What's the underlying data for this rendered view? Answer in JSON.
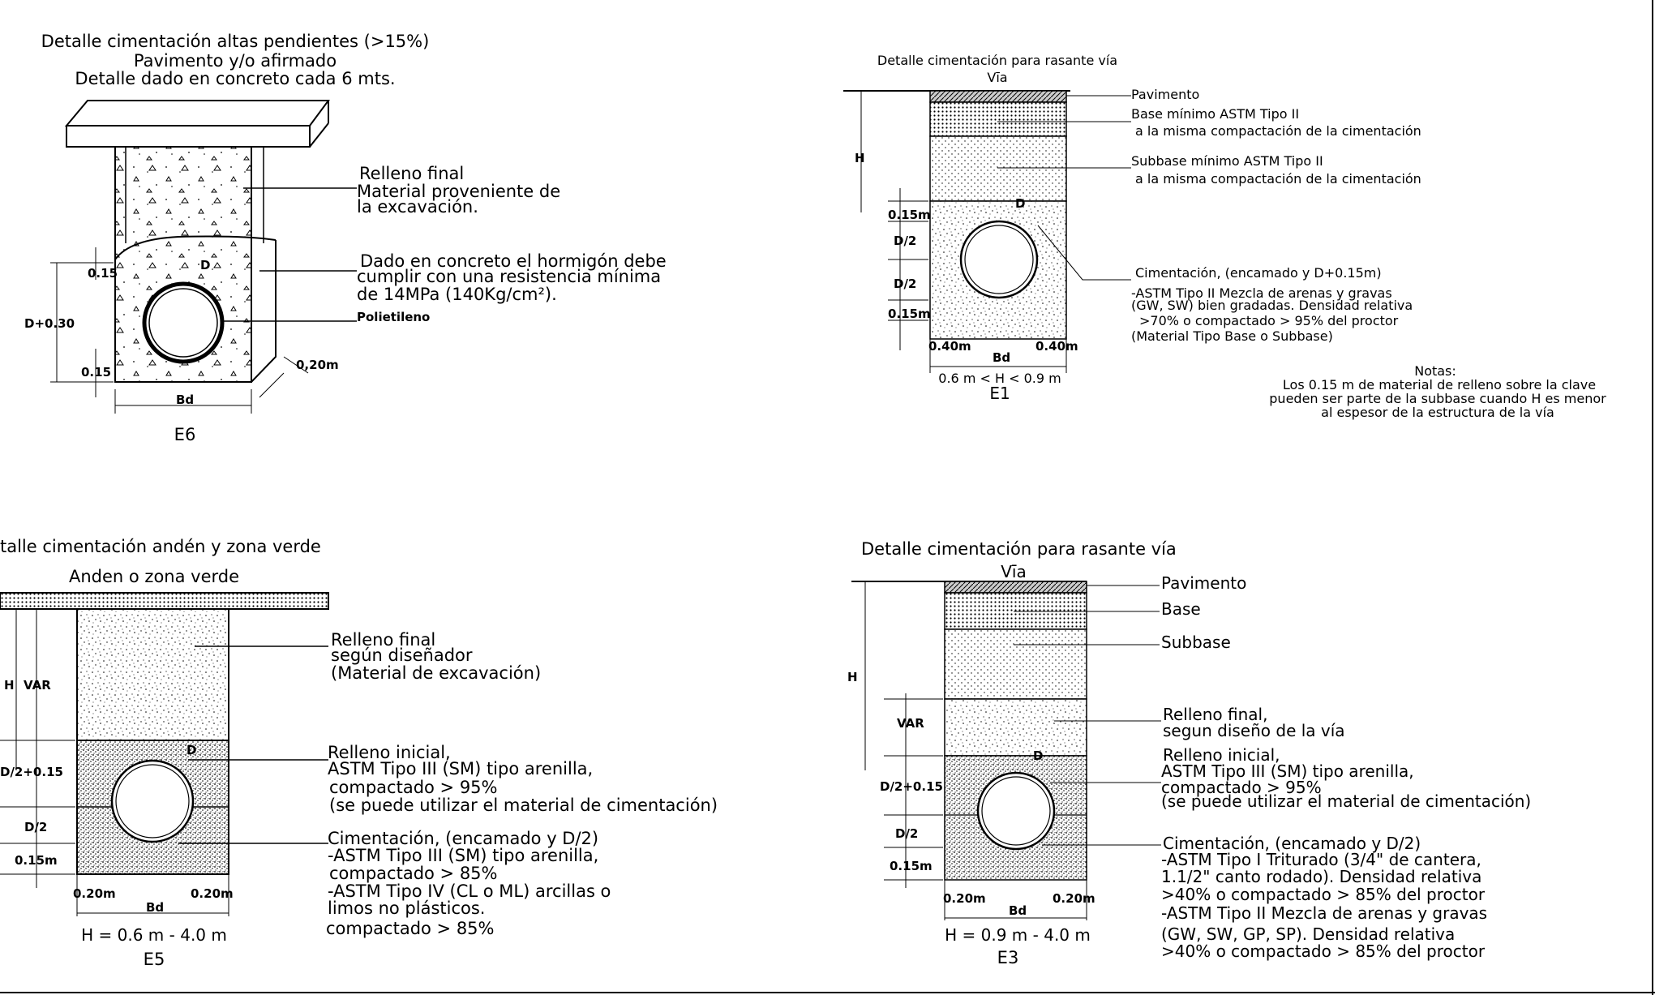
{
  "e6": {
    "title": [
      "Detalle cimentación altas pendientes (>15%)",
      "Pavimento y/o afirmado",
      "Detalle dado en concreto cada 6 mts."
    ],
    "relleno": [
      "Relleno final",
      "Material proveniente de",
      "la excavación."
    ],
    "dado": [
      "Dado en concreto el hormigón debe",
      "cumplir con una resistencia mínima",
      "de 14MPa (140Kg/cm²)."
    ],
    "polietileno": "Polietileno",
    "dims": {
      "d030": "D+0.30",
      "top015": "0.15",
      "bot015": "0.15",
      "d": "D",
      "w020": "0,20m",
      "bd": "Bd"
    },
    "code": "E6"
  },
  "e1": {
    "title": "Detalle cimentación para rasante vía",
    "via": "Vīa",
    "layers": [
      "Pavimento",
      "Base mínimo ASTM Tipo II",
      "a la misma compactación de la cimentación",
      "Subbase mínimo ASTM Tipo II",
      "a la misma compactación de la cimentación"
    ],
    "cim": [
      "Cimentación, (encamado   y D+0.15m)",
      "-ASTM Tipo II Mezcla de arenas y gravas",
      "(GW, SW) bien gradadas. Densidad relativa",
      ">70% o compactado > 95% del proctor",
      "(Material Tipo Base o Subbase)"
    ],
    "dims": {
      "h": "H",
      "c015a": "0.15m",
      "d2a": "D/2",
      "d2b": "D/2",
      "c015b": "0.15m",
      "l040": "0.40m",
      "r040": "0.40m",
      "bd": "Bd",
      "d": "D"
    },
    "range": "0.6 m < H < 0.9 m",
    "code": "E1"
  },
  "notes": {
    "title": "Notas:",
    "lines": [
      "Los 0.15 m de material de relleno sobre la clave",
      "pueden ser parte de la subbase cuando H es menor",
      "al espesor de la estructura de la vía"
    ]
  },
  "e5": {
    "title": "talle cimentación andén y zona verde",
    "subtitle": "Anden o zona verde",
    "relleno_final": [
      "Relleno final",
      "según diseñador",
      "(Material de excavación)"
    ],
    "relleno_inicial": [
      "Relleno inicial,",
      "ASTM Tipo III (SM)   tipo arenilla,",
      "compactado > 95%",
      "(se puede utilizar el material de cimentación)"
    ],
    "cim": [
      "Cimentación, (encamado   y D/2)",
      "-ASTM Tipo III (SM) tipo arenilla,",
      "compactado > 85%",
      "-ASTM Tipo IV (CL o ML) arcillas o",
      "limos no plásticos.",
      "compactado > 85%"
    ],
    "dims": {
      "h": "H",
      "var": "VAR",
      "d215": "D/2+0.15",
      "d2": "D/2",
      "c015": "0.15m",
      "l020": "0.20m",
      "r020": "0.20m",
      "bd": "Bd",
      "d": "D"
    },
    "range": "H = 0.6 m - 4.0 m",
    "code": "E5"
  },
  "e3": {
    "title": "Detalle cimentación para rasante vía",
    "via": "Vīa",
    "layers": [
      "Pavimento",
      "Base",
      "Subbase"
    ],
    "relleno_final": [
      "Relleno final,",
      "segun diseño de la vía"
    ],
    "relleno_inicial": [
      "Relleno inicial,",
      "ASTM Tipo III (SM)   tipo arenilla,",
      "compactado > 95%",
      "(se puede utilizar el material de cimentación)"
    ],
    "cim": [
      "Cimentación, (encamado   y D/2)",
      "-ASTM Tipo I Triturado (3/4\" de cantera,",
      "1.1/2\" canto rodado). Densidad relativa",
      ">40% o compactado > 85% del proctor",
      "-ASTM Tipo II Mezcla de arenas y gravas",
      "(GW, SW, GP, SP). Densidad relativa",
      ">40% o compactado > 85% del proctor"
    ],
    "dims": {
      "h": "H",
      "var": "VAR",
      "d215": "D/2+0.15",
      "d2": "D/2",
      "c015": "0.15m",
      "l020": "0.20m",
      "r020": "0.20m",
      "bd": "Bd",
      "d": "D"
    },
    "range": "H = 0.9 m - 4.0 m",
    "code": "E3"
  }
}
